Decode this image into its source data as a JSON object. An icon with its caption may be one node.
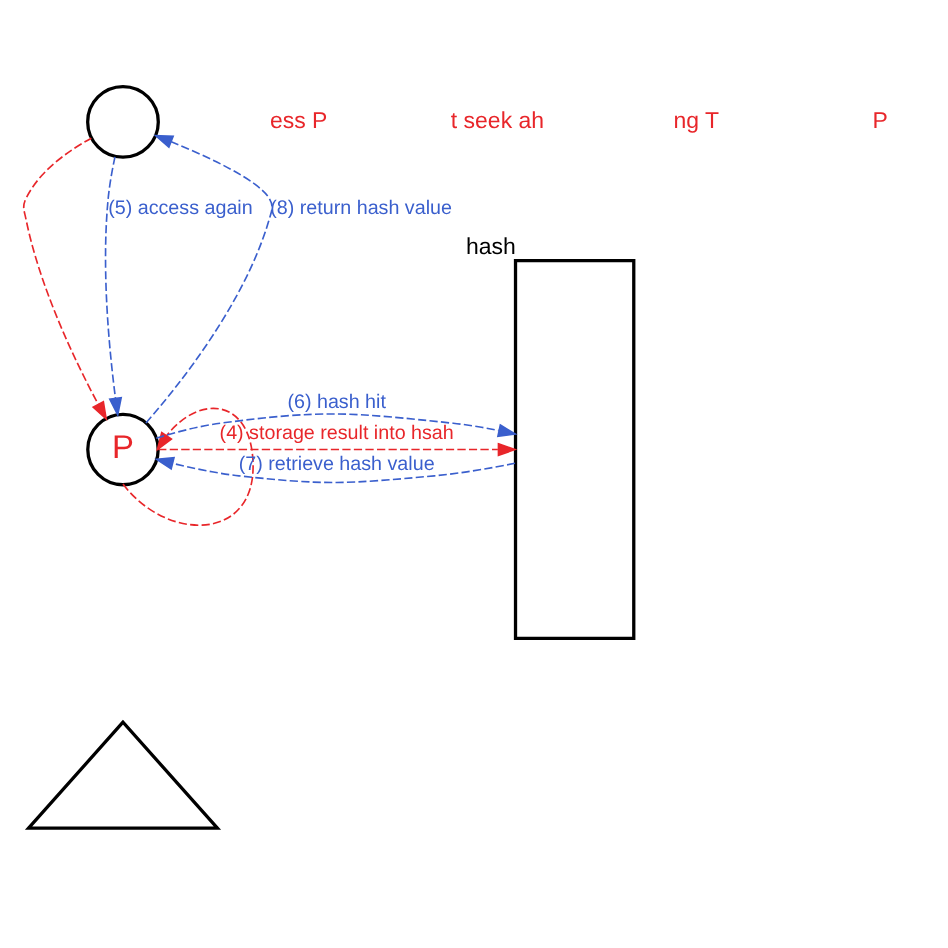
{
  "diagram": {
    "nodes": [
      {
        "text": [],
        "shape": "circle"
      },
      {
        "text": [
          "P"
        ]
      },
      {
        "text": [],
        "shape": "triangle"
      },
      {
        "text": [],
        "shape": "box",
        "beside": [
          "hash"
        ]
      }
    ],
    "edges": [
      {
        "from": 0,
        "to": 1,
        "arrow": "to",
        "style": "dashed",
        "color": "#e8262a"
      },
      {
        "from": 0,
        "to": 1,
        "arrow": "to",
        "style": "dashed",
        "color": "#3a5fcd",
        "label": "(5) access again"
      },
      {
        "from": 1,
        "to": 0,
        "arrow": "to",
        "style": "dashed",
        "color": "#3a5fcd",
        "label": "(8) return hash value"
      },
      {
        "from": 3,
        "to": 1,
        "arrow": "to",
        "style": "dashed",
        "color": "#3a5fcd",
        "label": "(7) retrieve hash value"
      },
      {
        "from": 1,
        "to": 3,
        "arrow": "to",
        "style": "dashed",
        "color": "#3a5fcd",
        "label": "(6) hash hit"
      },
      {
        "from": 1,
        "to": 3,
        "arrow": "to",
        "style": "dashed",
        "color": "#e8262a",
        "label": "(4) storage result into hsah"
      },
      {
        "from": 1,
        "to": 1,
        "arrow": "to",
        "style": "dashed",
        "color": "#e8262a"
      }
    ],
    "labels": [
      "ess P",
      "t seek ah",
      "ng T",
      "P"
    ]
  }
}
